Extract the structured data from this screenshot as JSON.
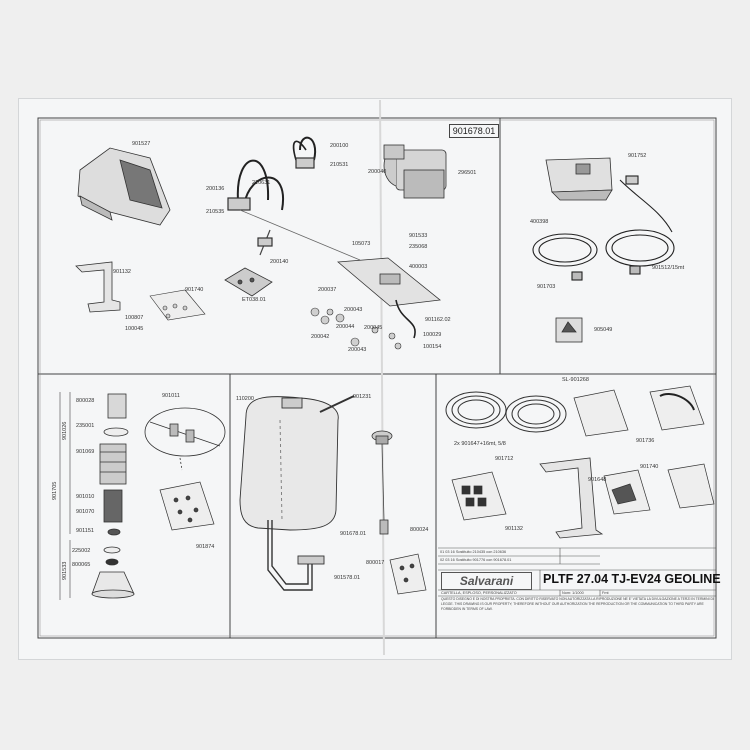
{
  "document": {
    "code": "901678.01",
    "brand": "Salvarani",
    "title": "PLTF 27.04 TJ-EV24 GEOLINE",
    "subtitle": "CARTELLA, ESPLOSO, PERSONALIZZATO",
    "rev_rows": [
      "01 03 16  Sostituito 210435 con 210636",
      "02 03 16  Sostituito 901776 con 901678.01"
    ],
    "meta": [
      "Nom: 1/1000",
      "Fmt"
    ],
    "legal_lines": [
      "QUESTO DISEGNO E DI NOSTRA PROPRIETA. CON DIRITTO RISERVATO NON AUTORIZZATA LA RIPRODUZIONE NE E' VIETATA LA DIVULGAZIONE A TERZI IN TERMINI DI",
      "LEGGE. THIS DRAWING IS OUR PROPERTY; THEREFORE WITHOUT OUR AUTHORIZATION THE REPRODUCTION OR THE COMMUNICATION TO THIRD PARTY ARE",
      "FORBIDDEN IN TERMS OF LAW."
    ]
  },
  "panels": {
    "top_left": {
      "labels": [
        "901527",
        "200100",
        "210531",
        "200136",
        "210631",
        "210535",
        "296501",
        "200140",
        "ET038.01",
        "901132",
        "901740",
        "100807",
        "100045",
        "105073",
        "235068",
        "400003",
        "901533",
        "200037",
        "200043",
        "200044",
        "200042",
        "200043",
        "200045",
        "901162.02",
        "100029",
        "100154",
        "200040"
      ]
    },
    "top_right": {
      "labels": [
        "901752",
        "400398",
        "901703",
        "901512/15mt",
        "905049"
      ]
    },
    "bottom_left": {
      "labels": [
        "800028",
        "901011",
        "235001",
        "901069",
        "901070",
        "901010",
        "901151",
        "225002",
        "800065",
        "901874",
        "901026",
        "901705",
        "901533"
      ]
    },
    "bottom_middle": {
      "labels": [
        "110200",
        "901231",
        "901678.01",
        "901578.01",
        "800024",
        "800017"
      ]
    },
    "bottom_right": {
      "labels": [
        "SL-901268",
        "2x 901647+16mt, 5/8",
        "901712",
        "901736",
        "901740",
        "901648",
        "901132"
      ]
    }
  }
}
